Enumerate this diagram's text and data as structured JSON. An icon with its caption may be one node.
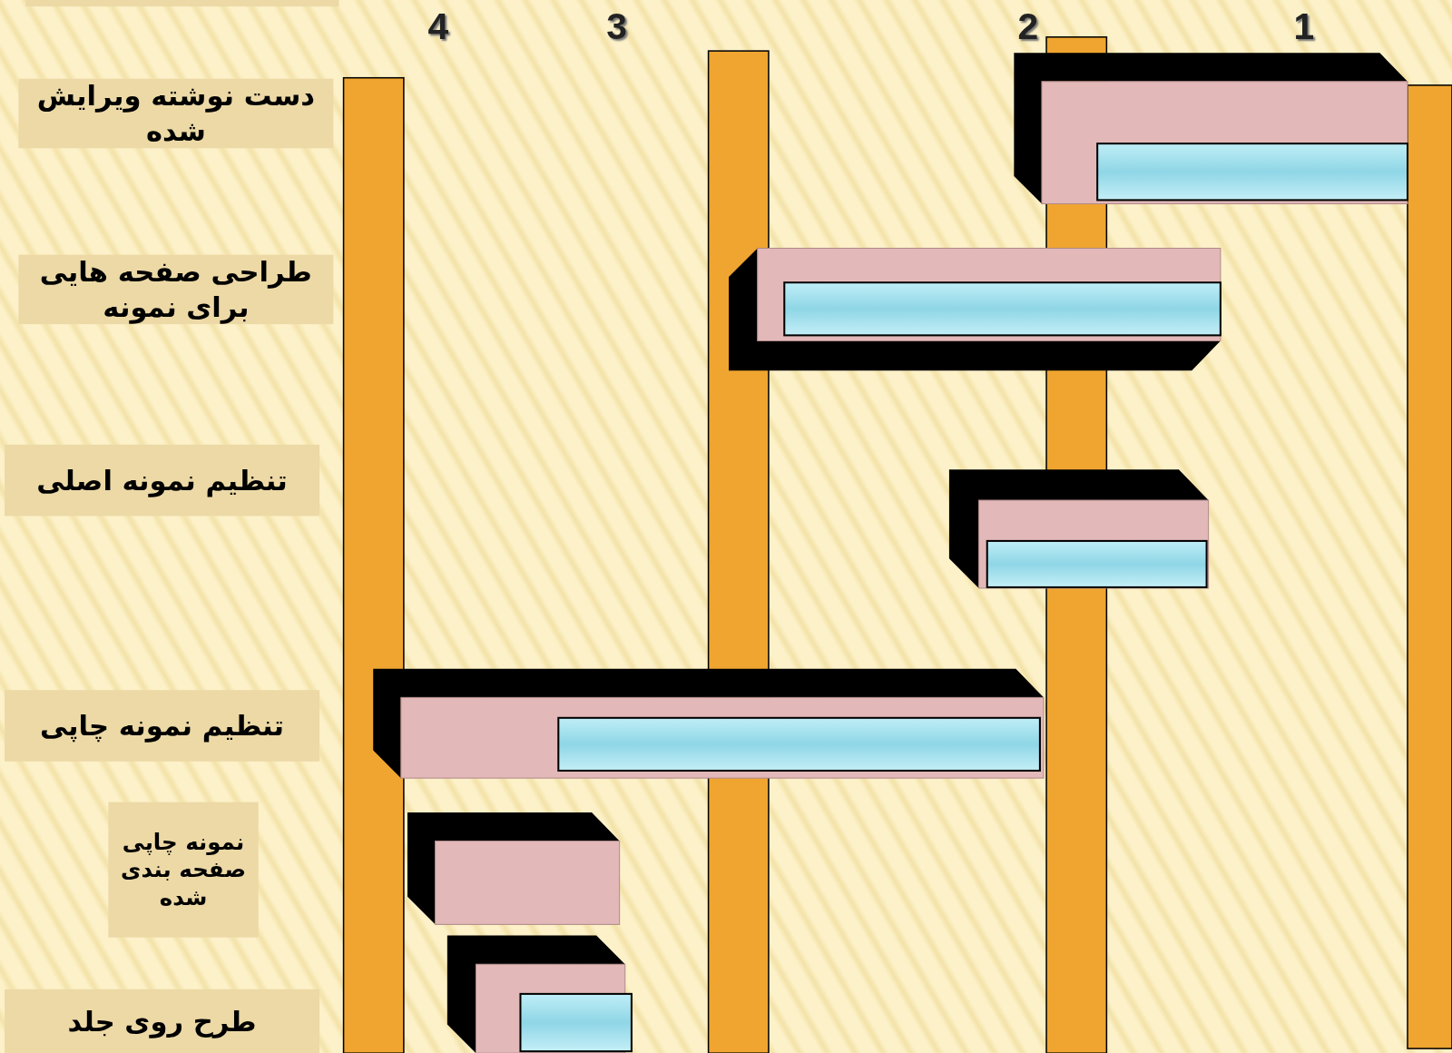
{
  "diagram": {
    "nodes": [
      {
        "text": [
          "دست نوشته ویرایش شده"
        ]
      },
      {
        "text": [
          "طراحی صفحه هایی برای نمونه"
        ]
      },
      {
        "text": [
          "تنظیم نمونه اصلی"
        ]
      },
      {
        "text": [
          "تنظیم نمونه چاپی"
        ]
      },
      {
        "text": [
          "نمونه چاپی صفحه بندی شده"
        ]
      },
      {
        "text": [
          "طرح روی جلد"
        ]
      }
    ],
    "labels": [
      "4",
      "3",
      "2",
      "1"
    ]
  }
}
